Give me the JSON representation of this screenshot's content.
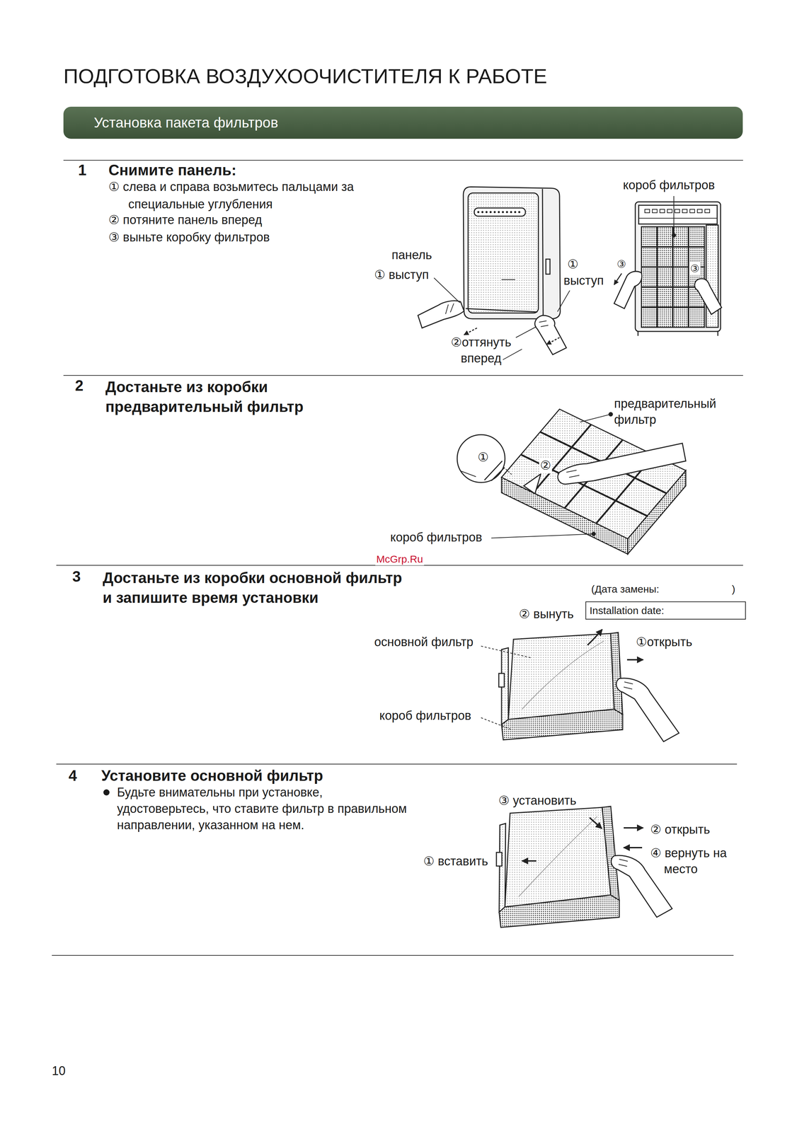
{
  "diagram": {
    "title": "ПОДГОТОВКА ВОЗДУХООЧИСТИТЕЛЯ К РАБОТЕ",
    "nodes": [
      {
        "text": [
          "Установка пакета фильтров"
        ]
      },
      {
        "text": [
          "Installation date:"
        ]
      }
    ],
    "labels": [
      "1",
      "Снимите панель:",
      "① слева и справа возьмитесь пальцами за специальные углубления",
      "② потяните панель вперед",
      "③ выньте коробку фильтров",
      "короб фильтров",
      "панель",
      "① выступ",
      "①",
      "выступ",
      "③",
      "③",
      "②оттянуть вперед",
      "2",
      "Достаньте из коробки предварительный фильтр",
      "предварительный фильтр",
      "①",
      "②",
      "короб фильтров",
      "McGrp.Ru",
      "3",
      "Достаньте из коробки основной фильтр и запишите время установки",
      "(Дата замены:",
      ")",
      "② вынуть",
      "основной фильтр",
      "①открыть",
      "короб фильтров",
      "4",
      "Установите основной фильтр",
      "Будьте внимательны при установке, удостоверьтесь, что ставите фильтр в правильном направлении, указанном на нем.",
      "③ установить",
      "② открыть",
      "④ вернуть на место",
      "① вставить",
      "10"
    ]
  }
}
